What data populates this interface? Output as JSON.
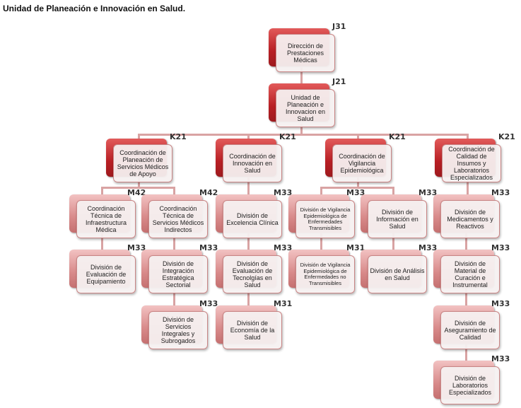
{
  "title": "Unidad de Planeación e Innovación en Salud.",
  "colors": {
    "dark_red": "#b81f24",
    "pink": "#d88a8a",
    "connector": "#d9a3a3"
  },
  "nodes": [
    {
      "text": "Dirección de Prestaciones Médicas",
      "code": "J31"
    },
    {
      "text": "Unidad de Planeación e Innovacion en Salud",
      "code": "J21"
    },
    {
      "text": "Coordinación de Planeación de Servicios Médicos de Apoyo",
      "code": "K21"
    },
    {
      "text": "Coordinación de Innovación en Salud",
      "code": "K21"
    },
    {
      "text": "Coordinación de Vigilancia Epidemiológica",
      "code": "K21"
    },
    {
      "text": "Coordinación de Calidad de Insumos y Laboratorios Especializados",
      "code": "K21"
    },
    {
      "text": "Coordinación Técnica de Infraestructura Médica",
      "code": "M42"
    },
    {
      "text": "Coordinación Técnica de Servicios Médicos Indirectos",
      "code": "M42"
    },
    {
      "text": "División de Excelencia Clínica",
      "code": "M33"
    },
    {
      "text": "División de Vigilancia Epidemiológica de Enfermedades Transmisibles",
      "code": "M33"
    },
    {
      "text": "División de Información en Salud",
      "code": "M33"
    },
    {
      "text": "División de Medicamentos y Reactivos",
      "code": "M33"
    },
    {
      "text": "División de Evaluación de Equipamiento",
      "code": "M33"
    },
    {
      "text": "División de Integración Estratégica Sectorial",
      "code": "M33"
    },
    {
      "text": "División de Evaluación de Tecnolgías en Salud",
      "code": "M33"
    },
    {
      "text": "División de Vigilancia Epidemiológica de Enfermedades no Transmisibles",
      "code": "M31"
    },
    {
      "text": "División de Análisis en Salud",
      "code": "M33"
    },
    {
      "text": "División de Material de Curación e Instrumental",
      "code": "M33"
    },
    {
      "text": "División de Servicios Integrales y Subrogados",
      "code": "M33"
    },
    {
      "text": "División de Economía de la Salud",
      "code": "M31"
    },
    {
      "text": "División de Aseguramiento de Calidad",
      "code": "M33"
    },
    {
      "text": "División de Laboratorios Especializados",
      "code": "M33"
    }
  ]
}
